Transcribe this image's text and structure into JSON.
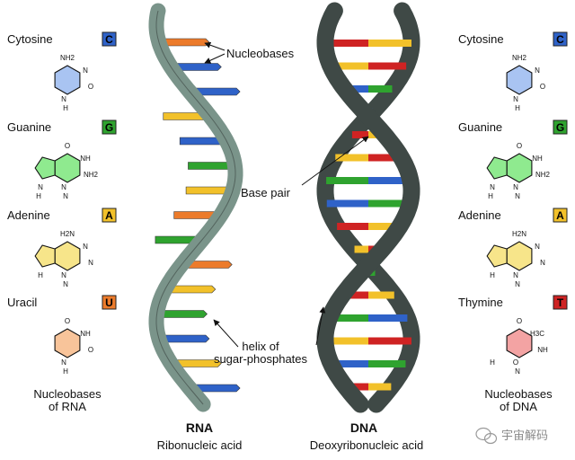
{
  "colors": {
    "cytosine": "#2f62c8",
    "guanine": "#2fa32f",
    "adenine": "#f2c12a",
    "uracil": "#ec7b2b",
    "thymine": "#cf2323",
    "rna_backbone": "#7a948a",
    "dna_backbone": "#3f4946",
    "cytosine_fill": "#a9c4f2",
    "guanine_fill": "#8fea8f",
    "adenine_fill": "#f7e58a",
    "uracil_fill": "#f8c49a",
    "thymine_fill": "#f3a3a3"
  },
  "left_panel": {
    "bases": [
      {
        "name": "Cytosine",
        "letter": "C",
        "color": "cytosine",
        "atoms": [
          "NH2",
          "N",
          "O",
          "N",
          "H"
        ]
      },
      {
        "name": "Guanine",
        "letter": "G",
        "color": "guanine",
        "atoms": [
          "O",
          "NH",
          "NH2",
          "N",
          "N",
          "N",
          "H"
        ]
      },
      {
        "name": "Adenine",
        "letter": "A",
        "color": "adenine",
        "atoms": [
          "H2N",
          "N",
          "N",
          "N",
          "N",
          "H"
        ]
      },
      {
        "name": "Uracil",
        "letter": "U",
        "color": "uracil",
        "atoms": [
          "O",
          "NH",
          "O",
          "N",
          "H"
        ]
      }
    ],
    "caption_line1": "Nucleobases",
    "caption_line2": "of RNA"
  },
  "right_panel": {
    "bases": [
      {
        "name": "Cytosine",
        "letter": "C",
        "color": "cytosine",
        "atoms": [
          "NH2",
          "N",
          "O",
          "N",
          "H"
        ]
      },
      {
        "name": "Guanine",
        "letter": "G",
        "color": "guanine",
        "atoms": [
          "O",
          "NH",
          "NH2",
          "N",
          "N",
          "N",
          "H"
        ]
      },
      {
        "name": "Adenine",
        "letter": "A",
        "color": "adenine",
        "atoms": [
          "H2N",
          "N",
          "N",
          "N",
          "N",
          "H"
        ]
      },
      {
        "name": "Thymine",
        "letter": "T",
        "color": "thymine",
        "atoms": [
          "O",
          "H3C",
          "NH",
          "O",
          "N",
          "H"
        ]
      }
    ],
    "caption_line1": "Nucleobases",
    "caption_line2": "of DNA"
  },
  "annotations": {
    "nucleobases": "Nucleobases",
    "base_pair": "Base pair",
    "helix_line1": "helix of",
    "helix_line2": "sugar-phosphates"
  },
  "rna": {
    "title": "RNA",
    "subtitle": "Ribonucleic acid",
    "rungs": [
      "uracil",
      "cytosine",
      "cytosine",
      "adenine",
      "cytosine",
      "guanine",
      "adenine",
      "uracil",
      "guanine",
      "uracil",
      "adenine",
      "guanine",
      "cytosine",
      "adenine",
      "cytosine"
    ]
  },
  "dna": {
    "title": "DNA",
    "subtitle": "Deoxyribonucleic acid",
    "pairs": [
      [
        "thymine",
        "adenine"
      ],
      [
        "adenine",
        "thymine"
      ],
      [
        "cytosine",
        "guanine"
      ],
      [
        "guanine",
        "cytosine"
      ],
      [
        "thymine",
        "adenine"
      ],
      [
        "adenine",
        "thymine"
      ],
      [
        "guanine",
        "cytosine"
      ],
      [
        "cytosine",
        "guanine"
      ],
      [
        "thymine",
        "adenine"
      ],
      [
        "adenine",
        "thymine"
      ],
      [
        "cytosine",
        "guanine"
      ],
      [
        "thymine",
        "adenine"
      ],
      [
        "guanine",
        "cytosine"
      ],
      [
        "adenine",
        "thymine"
      ],
      [
        "cytosine",
        "guanine"
      ],
      [
        "thymine",
        "adenine"
      ]
    ]
  },
  "watermark": {
    "text": "宇宙解码",
    "icon": "wechat-icon"
  }
}
